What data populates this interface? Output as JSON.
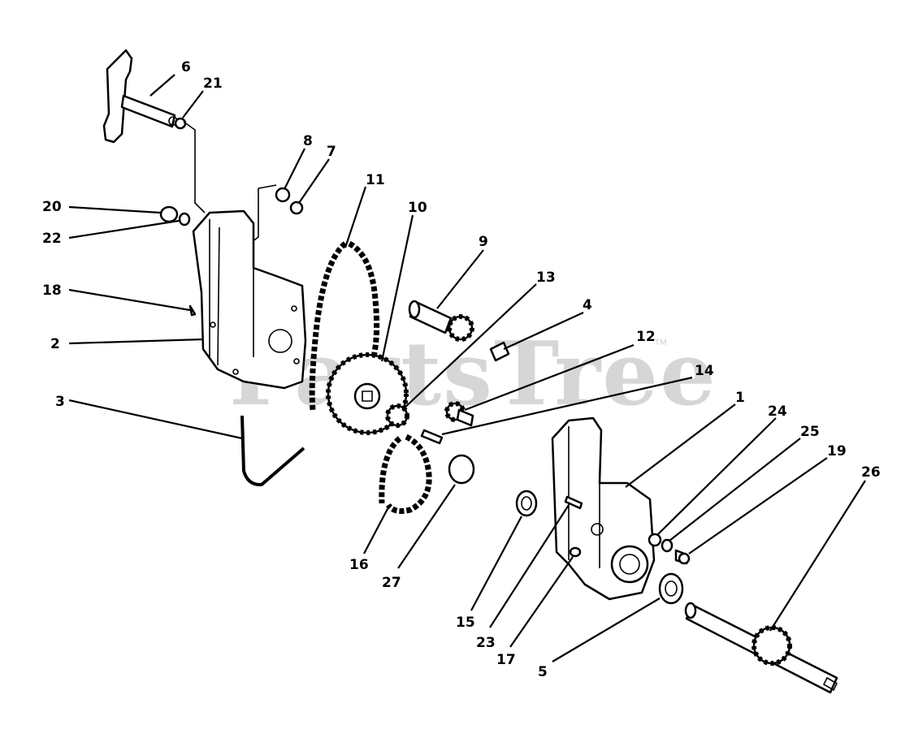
{
  "watermark": {
    "text": "PartsTree",
    "tm": "TM"
  },
  "callouts": [
    "1",
    "2",
    "3",
    "4",
    "5",
    "6",
    "7",
    "8",
    "9",
    "10",
    "11",
    "12",
    "13",
    "14",
    "15",
    "16",
    "17",
    "18",
    "19",
    "20",
    "21",
    "22",
    "23",
    "24",
    "25",
    "26",
    "27"
  ],
  "colors": {
    "ink": "#000000",
    "watermark": "#d6d6d6",
    "background": "#ffffff"
  }
}
